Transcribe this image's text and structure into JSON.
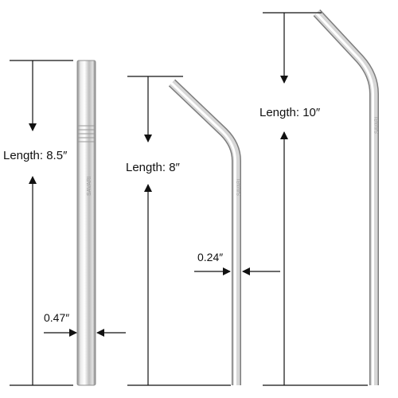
{
  "straws": [
    {
      "name": "straight",
      "length_label": "Length: 8.5″",
      "diameter_label": "0.47″",
      "engraving": "SAVARI"
    },
    {
      "name": "bent-medium",
      "length_label": "Length: 8″",
      "diameter_label": "0.24″",
      "engraving": "SAVARI"
    },
    {
      "name": "bent-long",
      "length_label": "Length: 10″",
      "engraving": "SAVARI"
    }
  ],
  "colors": {
    "background": "#ffffff",
    "line": "#111111",
    "steel_light": "#f4f4f4",
    "steel_mid": "#c9c9c9",
    "steel_dark": "#7d7d7d"
  }
}
